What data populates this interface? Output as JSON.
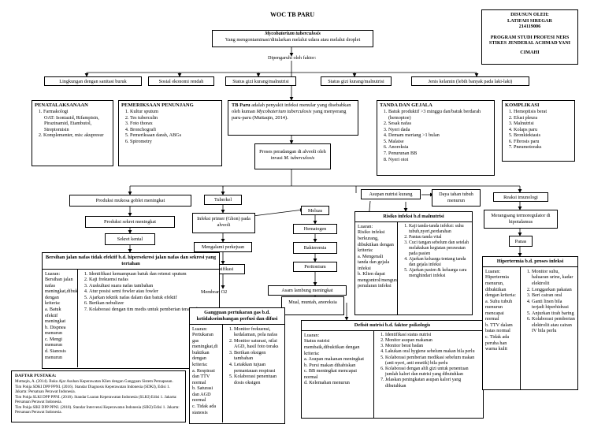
{
  "title": "WOC TB PARU",
  "author_box": {
    "line1": "DISUSUN OLEH:",
    "line2": "LATIFAH SIREGAR",
    "line3": "214119006",
    "line4": "PROGRAM STUDI PROFESI NERS",
    "line5": "STIKES JENDERAL ACHMAD YANI",
    "line6": "CIMAHI"
  },
  "top_box": {
    "name": "Mycobaterium tuberculosis",
    "desc": "Yang mengontaminasi/ditularkan melalui udara atau melalui droplet"
  },
  "faktor_label": "Dipengaruhi oleh faktor:",
  "factors": [
    "Lingkungan dengan sanitasi buruk",
    "Sosial ekonomi rendah",
    "Status gizi kurang/malnutrisi",
    "Status gizi kurang/malnutrisi",
    "Jenis kelamin (lebih banyak pada laki-laki)"
  ],
  "penatalaksanaan": {
    "title": "PENATALAKSANAAN",
    "items": [
      "Farmakologi",
      "OAT: Isoniazid, Rifampisin, Pirazinamid, Etambutol, Streptomisin",
      "Komplementer, mis: akupresur"
    ]
  },
  "pemeriksaan": {
    "title": "PEMERIKSAAN PENUNJANG",
    "items": [
      "Kultur sputum",
      "Tes tuberculin",
      "Foto thorax",
      "Bronchografi",
      "Pemeriksaan darah, ABGs",
      "Spirometry"
    ]
  },
  "definition": {
    "lead": "TB Paru",
    "text": "adalah penyakit infeksi menular yang disebabkan oleh kuman",
    "organism": "Mycobaterium tuberculosis",
    "tail": "yang menyerang paru-paru (Muttaqin, 2014)."
  },
  "tanda_gejala": {
    "title": "TANDA DAN GEJALA",
    "items": [
      "Batuk produktif >3 minggu dan/batuk berdarah (hemoptoe)",
      "Sesak nafas",
      "Nyeri dada",
      "Demam meriang >1 bulan",
      "Malaise",
      "Anoreksia",
      "Penurunan BB",
      "Nyeri otot"
    ]
  },
  "komplikasi": {
    "title": "KOMPLIKASI",
    "items": [
      "Hemoptisis berat",
      "Efusi pleura",
      "Malnutrisi",
      "Kolaps paru",
      "Bronkiektasis",
      "Fibrosis paru",
      "Pneumotoraks"
    ]
  },
  "proses": {
    "text": "Proses peradangan di alveoli oleh invasi",
    "organism": "M. tuberculosis"
  },
  "nodes": {
    "produksi_mukosa": "Produksi mukosa goblet meningkat",
    "produksi_sekret": "Produksi sekret meningkat",
    "sekret_kental": "Sekret kental",
    "tuberkel": "Tuberkel",
    "infeksi_primer": "Infeksi primer (Ghon) pada alveoli",
    "pengejuan": "Mengalami perkejuan",
    "kalsifikasi": "Kalsifikasi",
    "meluas": "Meluas",
    "hematogen": "Hematogen",
    "bakteremia": "Bakteremia",
    "peritonium": "Peritonium",
    "asam_lambung": "Asam lambung meningkat",
    "asupan": "Asupan nutrisi kurang",
    "daya_tahan": "Daya tahan tubuh menurun",
    "mual": "Mual, muntah, anoreksia",
    "imunologi": "Reaksi imunologi",
    "termoregulator": "Merangsang termoregulator di hipotalamus",
    "panas": "Panas",
    "membran": "Membran O2"
  },
  "dx1": {
    "title": "Bersihan jalan nafas tidak efektif b.d. hipersekresi jalan nafas dan sekresi yang tertahan",
    "left": [
      "Luaran:",
      "Bersihan jalan nafas meningkat,dibuktikan dengan kriteria:",
      "a. Batuk efektif meningkat",
      "b. Dispnea menurun",
      "c. Mengi menurun",
      "d. Sianosis menurun"
    ],
    "right": [
      "Identifikasi kemampuan batuk dan retensi sputum",
      "Kaji frekuensi nafas",
      "Auskultasi suara nafas tambahan",
      "Atur posisi semi fowler atau fowler",
      "Ajarkan teknik nafas dalam dan batuk efektif",
      "Berikan nebulizer",
      "Kolaborasi dengan tim medis untuk pemberian terapi obat"
    ]
  },
  "dx2": {
    "title": "Gangguan pertukaran gas b.d. ketidakseimbangan perfusi dan difusi",
    "left": [
      "Luaran:",
      "Pertukaran gas meningkat,di buktikan dengan kriteria:",
      "a. Respirasi dan TTV normal",
      "b. Saturasi dan AGD normal",
      "c. Tidak ada sianosis"
    ],
    "right": [
      "Monitor frekuensi, kedalaman, pola nafas",
      "Monitor saturasi, nilai AGD, hasil foto toraks",
      "Berikan oksigen tambahan",
      "Letakkan tujuan pemantauan respirasi",
      "Kolaborasi penentuan dosis oksigen"
    ]
  },
  "dx3": {
    "title": "Risiko infeksi b.d malnutrisi",
    "left": [
      "Luaran:",
      "Risiko infeksi berkurang, dibuktikan dengan kriteria:",
      "a. Mengenali tanda dan gejala infeksi",
      "b. Klien dapat mengontrol/mengurangi penularan infeksi"
    ],
    "right": [
      "Kaji tanda-tanda infeksi: suhu tubuh,nyeri,perdarahan",
      "Pantau tanda vital",
      "Cuci tangan sebelum dan setelah melakukan kegiatan perawatan pada pasien",
      "Ajarkan keluarga tentang tanda dan gejala infeksi",
      "Ajarkan pasien & keluarga cara menghindari infeksi"
    ]
  },
  "dx4": {
    "title": "Defisit nutrisi b.d. faktor psikologis",
    "left": [
      "Luaran:",
      "Status nutrisi membaik,dibuktikan dengan kriteria:",
      "a. Asupan makanan meningkat",
      "b. Porsi makan dihabiskan",
      "c. BB meningkat mencapai normal",
      "d. Kelemahan menurun"
    ],
    "right": [
      "Identifikasi status nutrisi",
      "Monitor asupan makanan",
      "Monitor berat badan",
      "Lakukan oral hygiene sebelum makan bila perlu",
      "Kolaborasi pemberian medikasi sebelum makan (anti nyeri, anti emetik) bila perlu",
      "Kolaborasi dengan ahli gizi untuk penentuan jumlah kalori dan nutrisi yang dibutuhkan",
      "Jelaskan peningkatan asupan kalori yang dibutuhkan"
    ]
  },
  "dx5": {
    "title": "Hipertermia b.d. proses infeksi",
    "left": [
      "Luaran:",
      "Hipertermia menurun, dibuktikan dengan kriteria:",
      "a. Suhu tubuh menurun mencapai normal",
      "b. TTV dalam batas normal",
      "c. Tidak ada peruba han warna kulit"
    ],
    "right": [
      "Monitor suhu, haluaran urine, kadar elektrolit",
      "Longgarkan pakaian",
      "Beri cairan oral",
      "Ganti linen bila terjadi hiperhidrasi",
      "Anjurkan tirah baring",
      "Kolaborasi pemberian elektrolit atau cairan IV bila perlu"
    ]
  },
  "references": {
    "title": "DAFTAR PUSTAKA:",
    "items": [
      "Muttaqin, A. (2014). Buku Ajar Asuhan Keperawatan Klien dengan Gangguan Sistem Pernapasan.",
      "Tim Pokja SDKI DPP PPNI. (2016). Standar Diagnosis Keperawatan Indonesia (SDKI), Edisi 1. Jakarta: Persatuan Perawat Indonesia.",
      "Tim Pokja SLKI DPP PPNI. (2018). Standar Luaran Keperawatan Indonesia (SLKI) Edisi 1. Jakarta: Persatuan Perawat Indonesia.",
      "Tim Pokja SIKI DPP PPNI. (2018). Standar Intervensi Keperawatan Indonesia (SIKI) Edisi 1. Jakarta: Persatuan Perawat Indonesia."
    ]
  }
}
